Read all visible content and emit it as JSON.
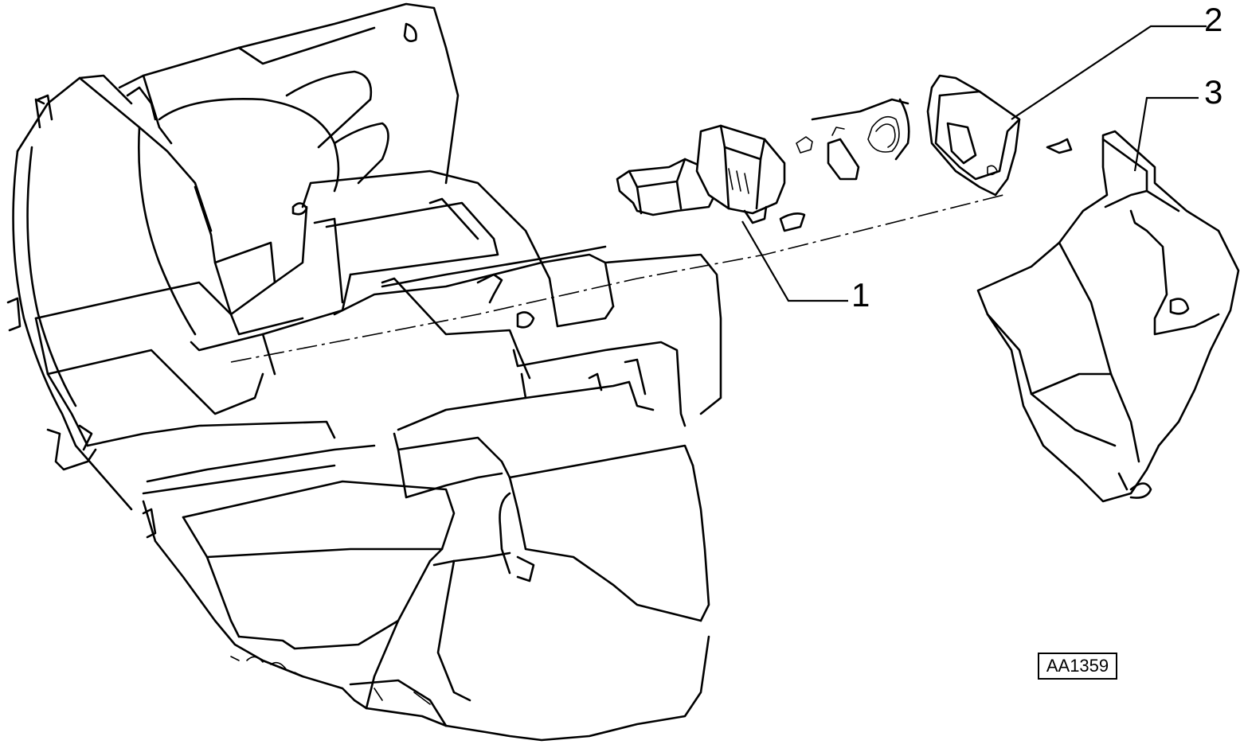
{
  "callouts": [
    {
      "id": "1",
      "label": "1"
    },
    {
      "id": "2",
      "label": "2"
    },
    {
      "id": "3",
      "label": "3"
    }
  ],
  "reference_code": "AA1359"
}
